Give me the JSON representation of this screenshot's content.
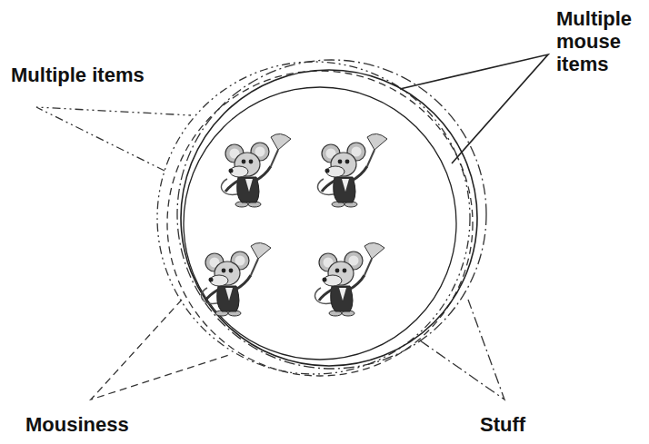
{
  "diagram": {
    "labels": [
      "Multiple items",
      "Multiple mouse items",
      "Mousiness",
      "Stuff"
    ]
  }
}
